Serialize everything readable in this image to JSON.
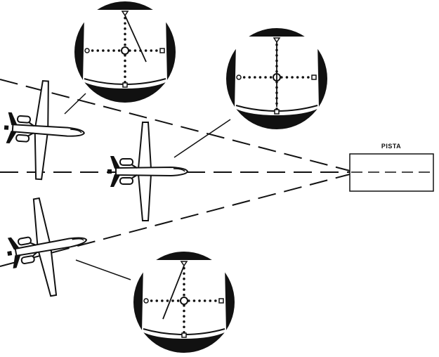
{
  "runway": {
    "label": "PISTA"
  },
  "instruments": [
    {
      "id": "top-left",
      "needle": "deflected-right"
    },
    {
      "id": "top-right",
      "needle": "centered"
    },
    {
      "id": "bottom",
      "needle": "deflected-left"
    }
  ],
  "colors": {
    "ink": "#111111",
    "paper": "#ffffff"
  }
}
